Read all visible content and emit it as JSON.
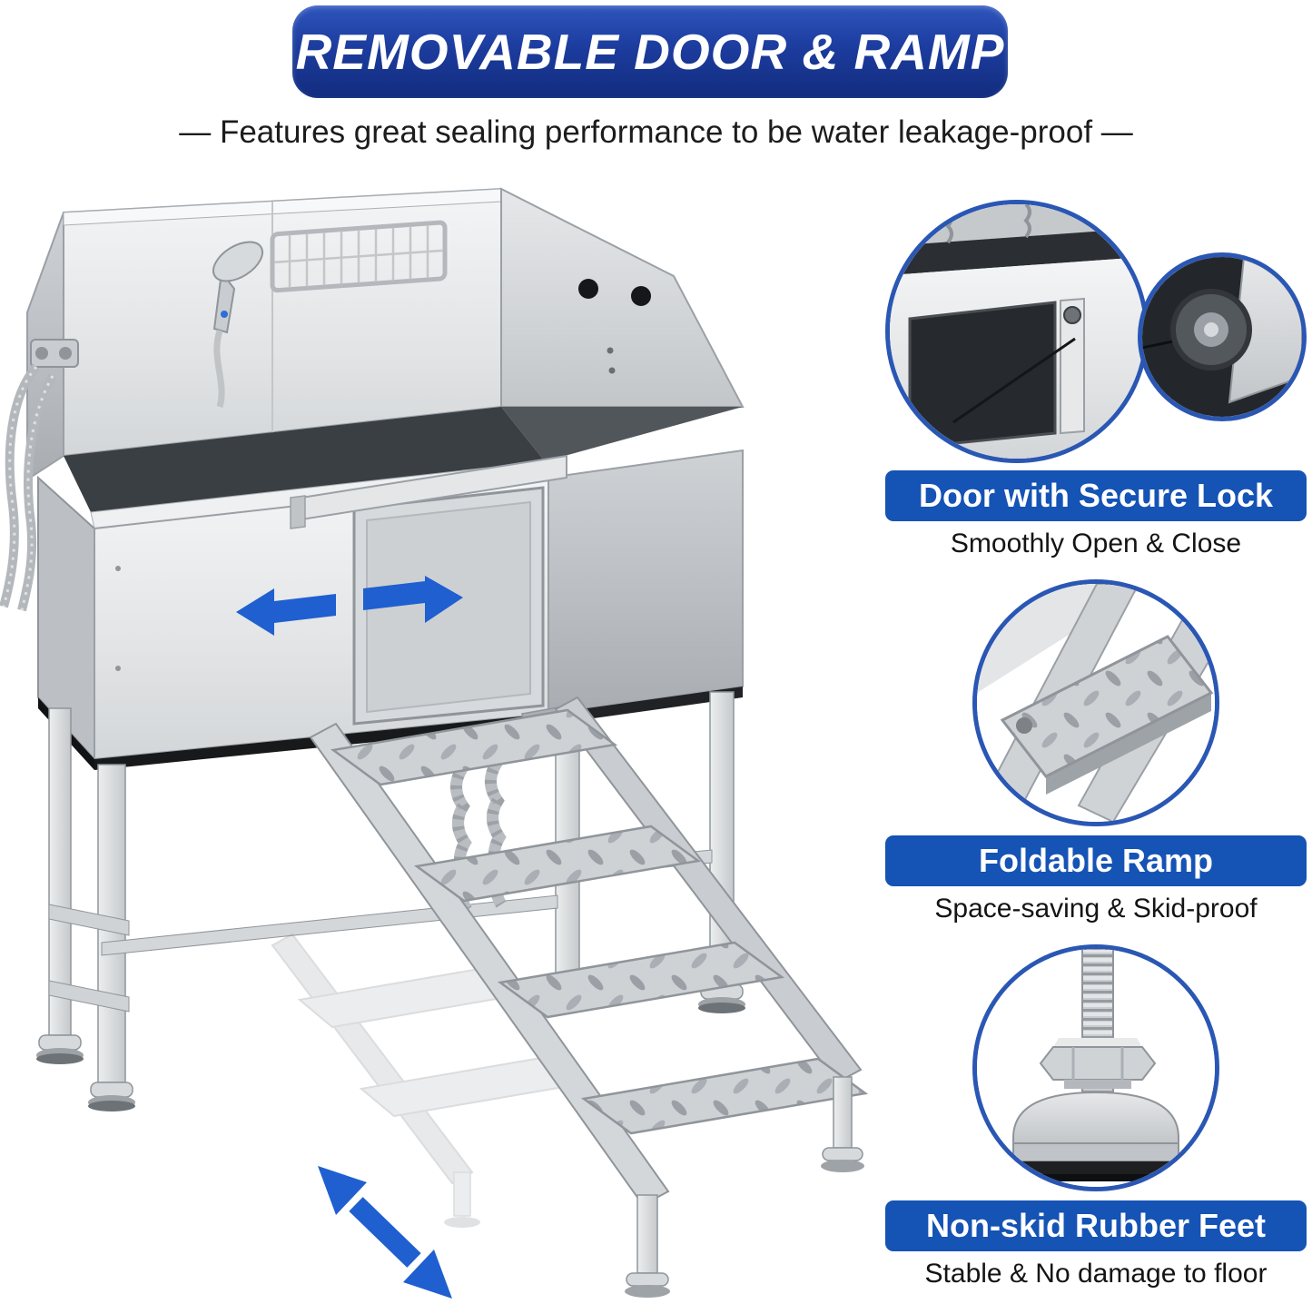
{
  "banner": {
    "title": "REMOVABLE DOOR & RAMP"
  },
  "subtitle": "— Features great sealing performance to be water leakage-proof —",
  "callouts": [
    {
      "label": "Door with Secure Lock",
      "sublabel": "Smoothly Open & Close"
    },
    {
      "label": "Foldable Ramp",
      "sublabel": "Space-saving & Skid-proof"
    },
    {
      "label": "Non-skid Rubber Feet",
      "sublabel": "Stable & No damage to floor"
    }
  ],
  "colors": {
    "banner_blue": "#1c3c9e",
    "label_blue": "#1553b5",
    "arrow_blue": "#1f5fd0"
  }
}
